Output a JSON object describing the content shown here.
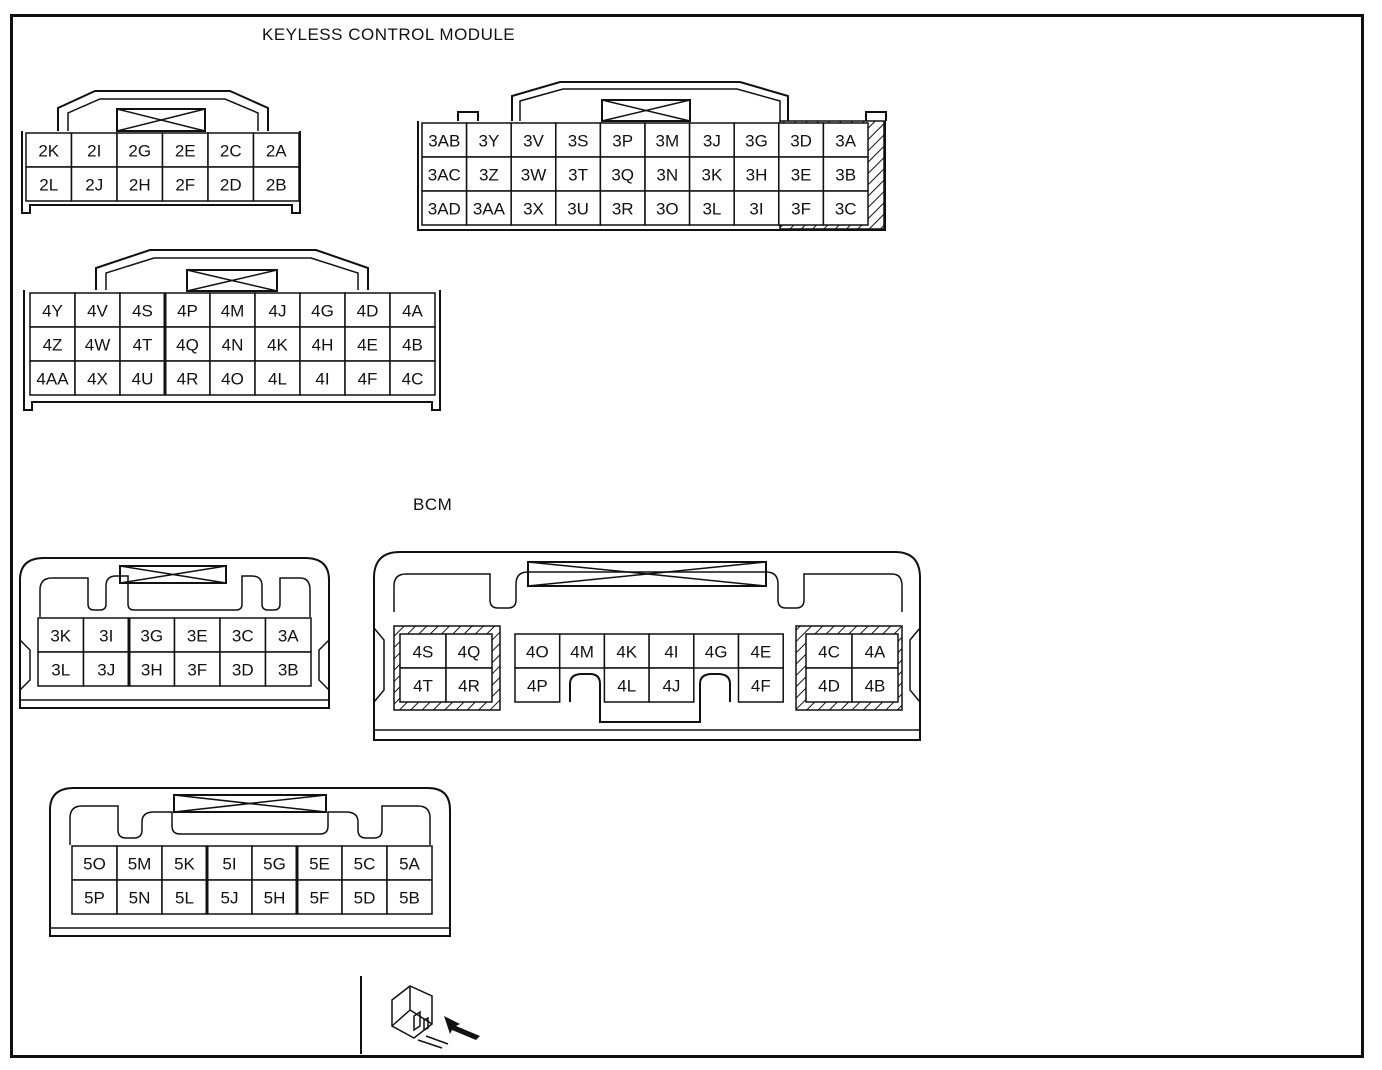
{
  "titles": {
    "keyless": "KEYLESS CONTROL MODULE",
    "bcm": "BCM"
  },
  "keyless": {
    "connector_2": [
      [
        "2K",
        "2I",
        "2G",
        "2E",
        "2C",
        "2A"
      ],
      [
        "2L",
        "2J",
        "2H",
        "2F",
        "2D",
        "2B"
      ]
    ],
    "connector_3": [
      [
        "3AB",
        "3Y",
        "3V",
        "3S",
        "3P",
        "3M",
        "3J",
        "3G",
        "3D",
        "3A"
      ],
      [
        "3AC",
        "3Z",
        "3W",
        "3T",
        "3Q",
        "3N",
        "3K",
        "3H",
        "3E",
        "3B"
      ],
      [
        "3AD",
        "3AA",
        "3X",
        "3U",
        "3R",
        "3O",
        "3L",
        "3I",
        "3F",
        "3C"
      ]
    ],
    "connector_4": [
      [
        "4Y",
        "4V",
        "4S",
        "4P",
        "4M",
        "4J",
        "4G",
        "4D",
        "4A"
      ],
      [
        "4Z",
        "4W",
        "4T",
        "4Q",
        "4N",
        "4K",
        "4H",
        "4E",
        "4B"
      ],
      [
        "4AA",
        "4X",
        "4U",
        "4R",
        "4O",
        "4L",
        "4I",
        "4F",
        "4C"
      ]
    ]
  },
  "bcm": {
    "connector_3": [
      [
        "3K",
        "3I",
        "3G",
        "3E",
        "3C",
        "3A"
      ],
      [
        "3L",
        "3J",
        "3H",
        "3F",
        "3D",
        "3B"
      ]
    ],
    "connector_4": {
      "left_block": [
        [
          "4S",
          "4Q"
        ],
        [
          "4T",
          "4R"
        ]
      ],
      "middle_row1": [
        "4O",
        "4M",
        "4K",
        "4I",
        "4G",
        "4E"
      ],
      "middle_row2": [
        "4P",
        "",
        "4L",
        "4J",
        "",
        "4F"
      ],
      "right_block": [
        [
          "4C",
          "4A"
        ],
        [
          "4D",
          "4B"
        ]
      ]
    },
    "connector_5": [
      [
        "5O",
        "5M",
        "5K",
        "5I",
        "5G",
        "5E",
        "5C",
        "5A"
      ],
      [
        "5P",
        "5N",
        "5L",
        "5J",
        "5H",
        "5F",
        "5D",
        "5B"
      ]
    ]
  },
  "footer": {
    "view_icon": "harness-side-view-icon"
  }
}
